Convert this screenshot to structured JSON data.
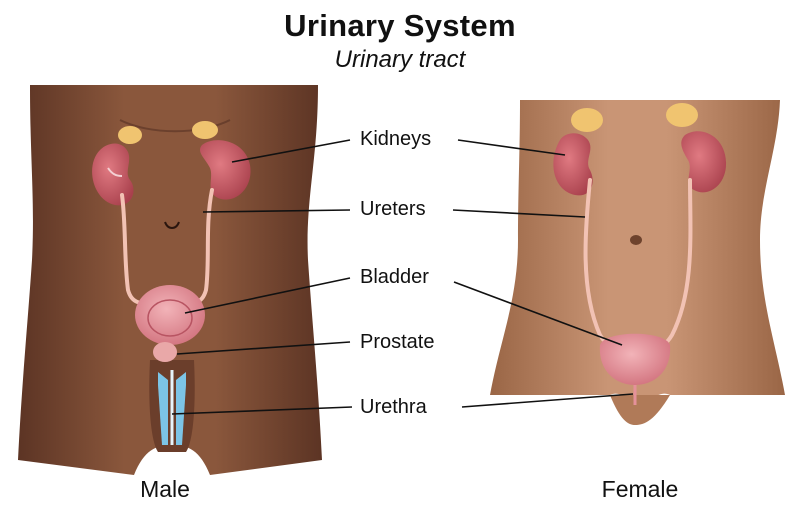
{
  "title": "Urinary System",
  "subtitle": "Urinary tract",
  "labels": {
    "kidneys": "Kidneys",
    "ureters": "Ureters",
    "bladder": "Bladder",
    "prostate": "Prostate",
    "urethra": "Urethra"
  },
  "captions": {
    "male": "Male",
    "female": "Female"
  },
  "colors": {
    "skin_male": "#7a4a33",
    "skin_female": "#b98261",
    "kidney": "#c95c66",
    "ureter": "#f2c2b4",
    "bladder": "#e5919a",
    "adrenal": "#f0c470",
    "urethra_blue": "#7cc4e6",
    "leader_line": "#111111"
  }
}
